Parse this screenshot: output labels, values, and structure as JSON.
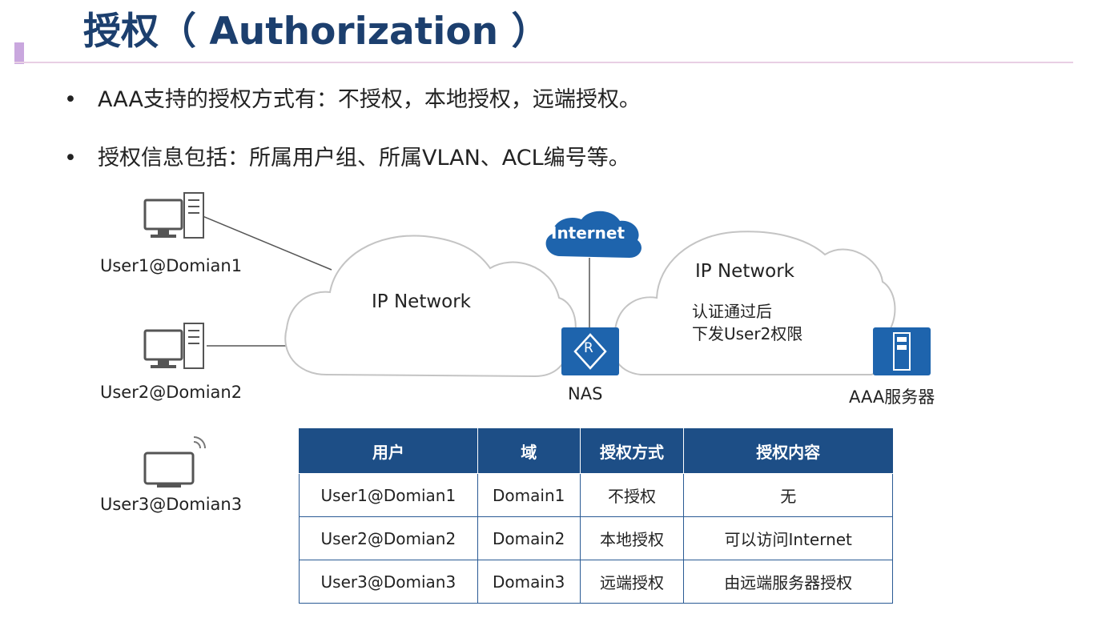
{
  "title": "授权（ Authorization ）",
  "bullets": [
    "AAA支持的授权方式有：不授权，本地授权，远端授权。",
    "授权信息包括：所属用户组、所属VLAN、ACL编号等。"
  ],
  "bullet_symbol": "•",
  "diagram": {
    "users": [
      "User1@Domian1",
      "User2@Domian2",
      "User3@Domian3"
    ],
    "cloud_left_label": "IP Network",
    "cloud_right_label": "IP Network",
    "internet_label": "Internet",
    "nas_label": "NAS",
    "router_symbol": "R",
    "server_label": "AAA服务器",
    "arrow_note_line1": "认证通过后",
    "arrow_note_line2": "下发User2权限"
  },
  "table": {
    "headers": [
      "用户",
      "域",
      "授权方式",
      "授权内容"
    ],
    "rows": [
      [
        "User1@Domian1",
        "Domain1",
        "不授权",
        "无"
      ],
      [
        "User2@Domian2",
        "Domain2",
        "本地授权",
        "可以访问Internet"
      ],
      [
        "User3@Domian3",
        "Domain3",
        "远端授权",
        "由远端服务器授权"
      ]
    ]
  },
  "colors": {
    "title": "#1c3f6e",
    "device_blue": "#1e64ad",
    "table_header": "#1d4e86",
    "cloud_stroke": "#c4c4c4"
  }
}
